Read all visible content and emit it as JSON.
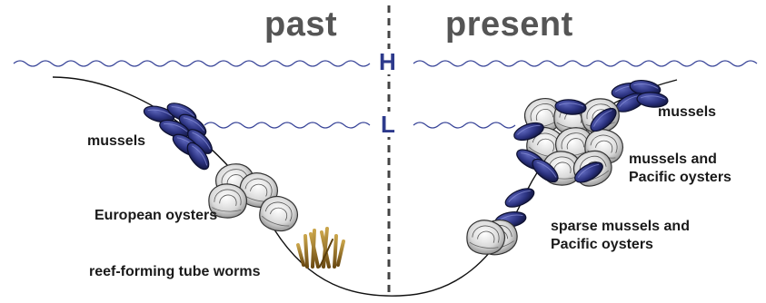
{
  "headings": {
    "past": "past",
    "present": "present"
  },
  "tide_levels": {
    "high": "H",
    "low": "L"
  },
  "past_zones": [
    {
      "label": "mussels"
    },
    {
      "label": "European oysters"
    },
    {
      "label": "reef-forming tube worms"
    }
  ],
  "present_zones": [
    {
      "label": "mussels"
    },
    {
      "label": "mussels and Pacific oysters"
    },
    {
      "label": "sparse mussels and Pacific oysters"
    }
  ],
  "colors": {
    "water": "#3a4699",
    "tide_text": "#2d3a8c",
    "heading_text": "#555555",
    "mussel": "#2b3280",
    "oyster": "#dcdcdc",
    "tube_worm": "#8a6a1e"
  },
  "icons": [
    "mussel-icon",
    "oyster-icon",
    "tube-worm-icon"
  ]
}
